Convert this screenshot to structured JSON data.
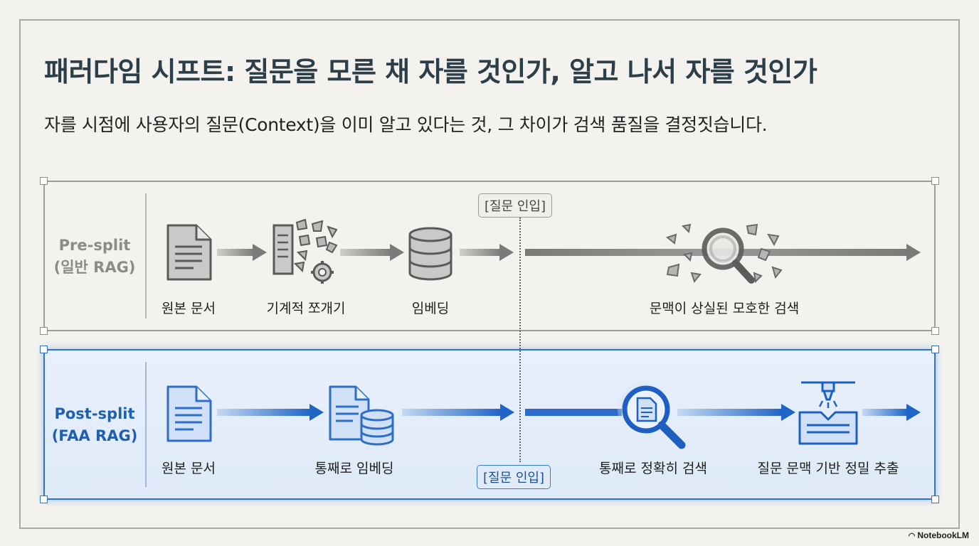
{
  "title": "패러다임 시프트: 질문을 모른 채 자를 것인가, 알고 나서 자를 것인가",
  "subtitle": "자를 시점에 사용자의 질문(Context)을 이미 알고 있다는 것, 그 차이가 검색 품질을 결정짓습니다.",
  "query_injection_tag": "[질문 인입]",
  "pre_split": {
    "label_line1": "Pre-split",
    "label_line2": "(일반 RAG)",
    "nodes": [
      {
        "label": "원본 문서",
        "icon": "document-icon"
      },
      {
        "label": "기계적 쪼개기",
        "icon": "shredder-icon"
      },
      {
        "label": "임베딩",
        "icon": "database-icon"
      },
      {
        "label": "문맥이 상실된 모호한 검색",
        "icon": "blurred-search-icon"
      }
    ]
  },
  "post_split": {
    "label_line1": "Post-split",
    "label_line2": "(FAA RAG)",
    "nodes": [
      {
        "label": "원본 문서",
        "icon": "document-icon"
      },
      {
        "label": "통째로 임베딩",
        "icon": "document-database-icon"
      },
      {
        "label": "통째로 정확히 검색",
        "icon": "magnifier-icon"
      },
      {
        "label": "질문 문맥 기반 정밀 추출",
        "icon": "extraction-press-icon"
      }
    ]
  },
  "colors": {
    "pre_accent": "#8b8b89",
    "post_accent": "#2f73d0"
  },
  "branding": "NotebookLM"
}
